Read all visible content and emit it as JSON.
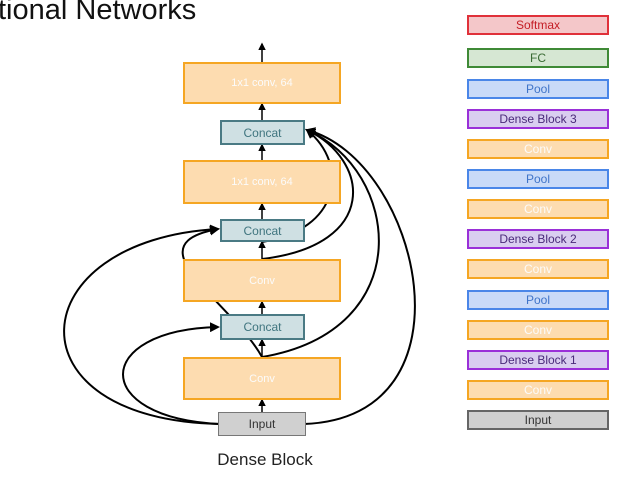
{
  "title": "tional Networks",
  "caption": "Dense Block",
  "dense_block": {
    "conv_top": "1x1 conv, 64",
    "concat_top": "Concat",
    "conv_mid": "1x1 conv, 64",
    "concat_mid": "Concat",
    "conv_upper": "Conv",
    "concat_low": "Concat",
    "conv_lower": "Conv",
    "input": "Input"
  },
  "stack": [
    {
      "label": "Softmax",
      "kind": "softmax"
    },
    {
      "label": "FC",
      "kind": "fc"
    },
    {
      "label": "Pool",
      "kind": "pool"
    },
    {
      "label": "Dense Block 3",
      "kind": "dense"
    },
    {
      "label": "Conv",
      "kind": "conv"
    },
    {
      "label": "Pool",
      "kind": "pool"
    },
    {
      "label": "Conv",
      "kind": "conv"
    },
    {
      "label": "Dense Block 2",
      "kind": "dense"
    },
    {
      "label": "Conv",
      "kind": "conv"
    },
    {
      "label": "Pool",
      "kind": "pool"
    },
    {
      "label": "Conv",
      "kind": "conv"
    },
    {
      "label": "Dense Block 1",
      "kind": "dense"
    },
    {
      "label": "Conv",
      "kind": "conv"
    },
    {
      "label": "Input",
      "kind": "input"
    }
  ],
  "colors": {
    "conv": "#f5a623",
    "concat": "#4a7a84",
    "pool": "#4a86e8",
    "dense": "#9a30d8",
    "fc": "#3f8a36",
    "softmax": "#e0313a",
    "input": "#777777"
  }
}
